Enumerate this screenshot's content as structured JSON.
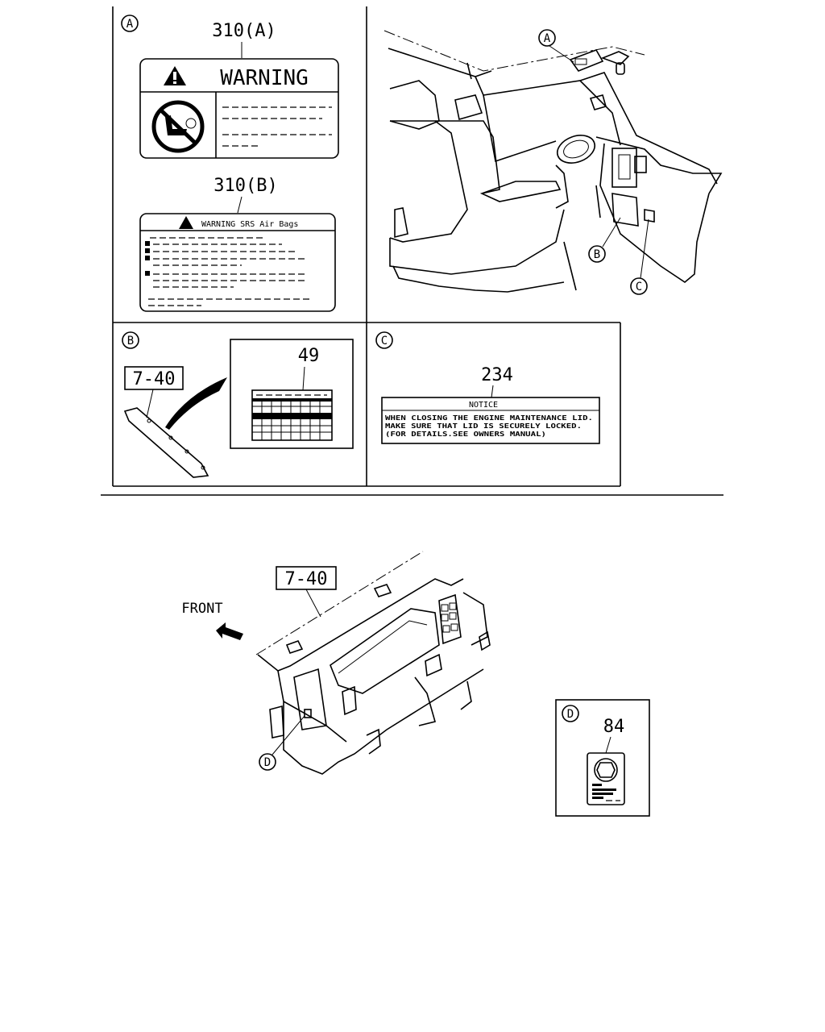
{
  "panel_a": {
    "letter": "A",
    "label_310a_ref": "310(A)",
    "label_310a_title": "WARNING",
    "label_310b_ref": "310(B)",
    "label_310b_title": "WARNING SRS Air Bags"
  },
  "panel_b": {
    "letter": "B",
    "part_ref": "7-40",
    "label_ref": "49"
  },
  "panel_c": {
    "letter": "C",
    "label_ref": "234",
    "notice_title": "NOTICE",
    "notice_line1": "WHEN CLOSING THE ENGINE MAINTENANCE LID.",
    "notice_line2": "MAKE SURE THAT LID IS SECURELY LOCKED.",
    "notice_line3": "(FOR DETAILS.SEE OWNERS MANUAL)"
  },
  "cab_view": {
    "callout_a": "A",
    "callout_b": "B",
    "callout_c": "C"
  },
  "dashboard_view": {
    "part_ref": "7-40",
    "direction_label": "FRONT",
    "callout_d": "D"
  },
  "panel_d": {
    "letter": "D",
    "label_ref": "84"
  }
}
